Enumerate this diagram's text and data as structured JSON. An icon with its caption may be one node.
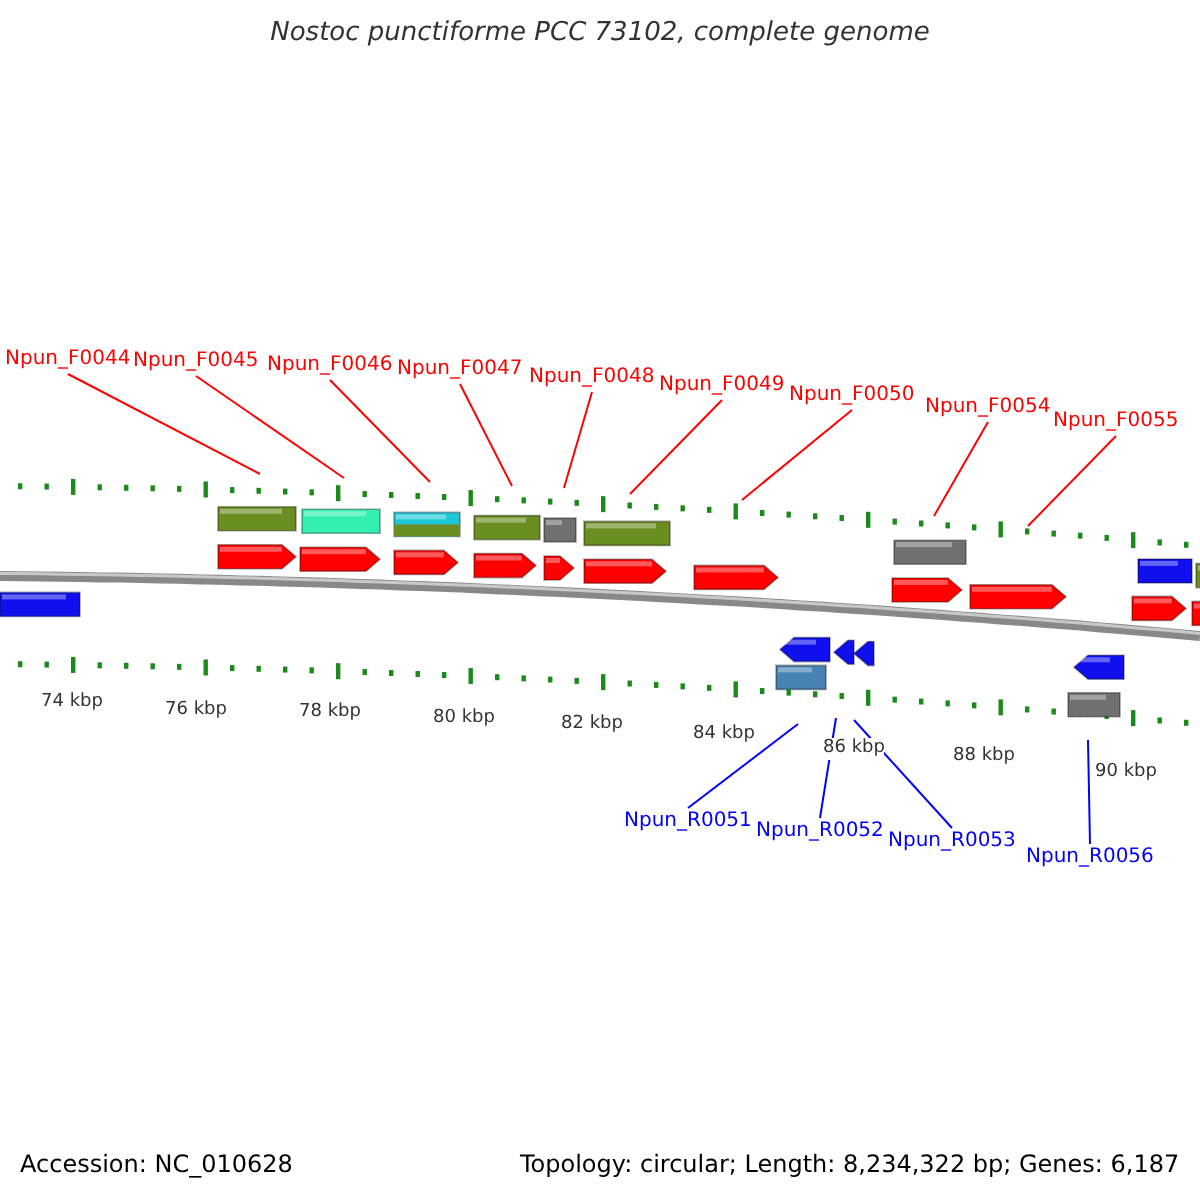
{
  "diagram": {
    "title": "Nostoc punctiforme PCC 73102, complete genome",
    "nodes": [
      {
        "text": [
          "Npun_F0044"
        ]
      },
      {
        "text": [
          "Npun_F0045"
        ]
      },
      {
        "text": [
          "Npun_F0046"
        ]
      },
      {
        "text": [
          "Npun_F0047"
        ]
      },
      {
        "text": [
          "Npun_F0048"
        ]
      },
      {
        "text": [
          "Npun_F0049"
        ]
      },
      {
        "text": [
          "Npun_F0050"
        ]
      },
      {
        "text": [
          "Npun_F0054"
        ]
      },
      {
        "text": [
          "Npun_F0055"
        ]
      },
      {
        "text": [
          "Npun_R0051"
        ]
      },
      {
        "text": [
          "Npun_R0052"
        ]
      },
      {
        "text": [
          "Npun_R0053"
        ]
      },
      {
        "text": [
          "Npun_R0056"
        ]
      }
    ],
    "edges": [
      {
        "from": 0,
        "to": null,
        "arrow": "none"
      },
      {
        "from": 1,
        "to": null,
        "arrow": "none"
      },
      {
        "from": 2,
        "to": null,
        "arrow": "none"
      },
      {
        "from": 3,
        "to": null,
        "arrow": "none"
      },
      {
        "from": 4,
        "to": null,
        "arrow": "none"
      },
      {
        "from": 5,
        "to": null,
        "arrow": "none"
      },
      {
        "from": 6,
        "to": null,
        "arrow": "none"
      },
      {
        "from": 7,
        "to": null,
        "arrow": "none"
      },
      {
        "from": 8,
        "to": null,
        "arrow": "none"
      },
      {
        "from": 9,
        "to": null,
        "arrow": "none",
        "color": "#0000ff"
      },
      {
        "from": 10,
        "to": null,
        "arrow": "none",
        "color": "#0000ff"
      },
      {
        "from": 11,
        "to": null,
        "arrow": "none",
        "color": "#0000ff"
      },
      {
        "from": 12,
        "to": null,
        "arrow": "none",
        "color": "#0000ff"
      }
    ],
    "labels": [
      "74 kbp",
      "76 kbp",
      "78 kbp",
      "80 kbp",
      "82 kbp",
      "84 kbp",
      "86 kbp",
      "88 kbp",
      "90 kbp",
      "Accession: NC_010628",
      "Topology: circular; Length: 8,234,322 bp; Genes: 6,187"
    ]
  }
}
